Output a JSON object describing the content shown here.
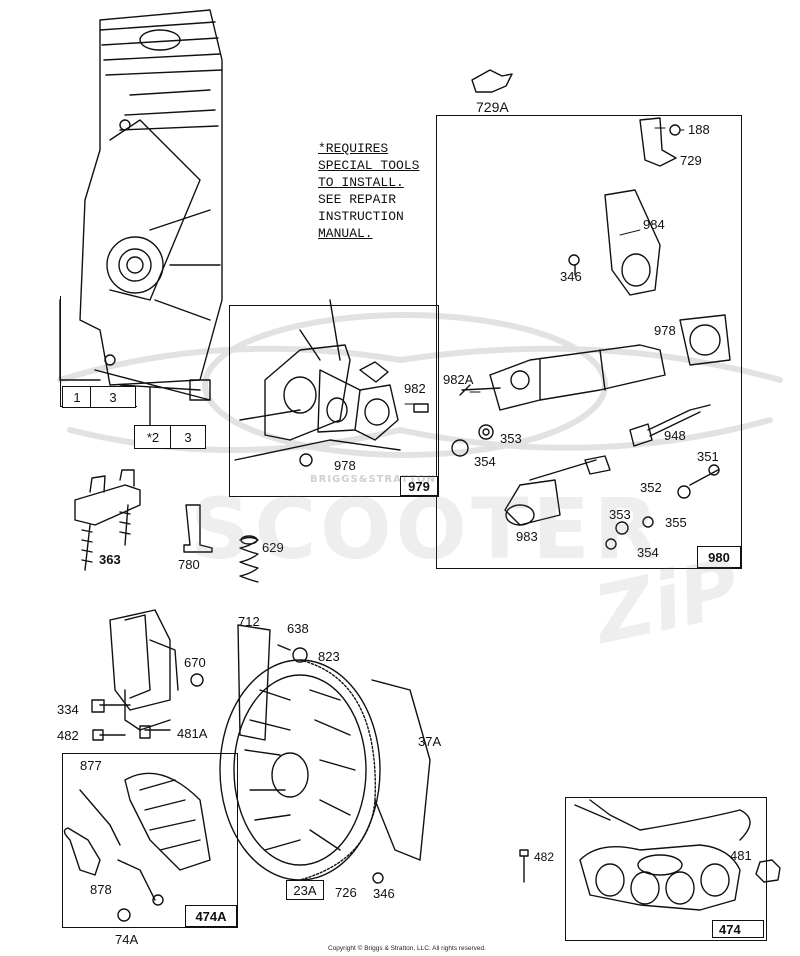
{
  "note": {
    "lines": [
      "*REQUIRES",
      "SPECIAL TOOLS",
      "TO INSTALL.",
      "SEE REPAIR",
      "INSTRUCTION",
      "MANUAL."
    ]
  },
  "labels": {
    "p729A": "729A",
    "p188": "188",
    "p729": "729",
    "p984": "984",
    "p346a": "346",
    "p978a": "978",
    "p982": "982",
    "p978b": "978",
    "p982A": "982A",
    "p353a": "353",
    "p354a": "354",
    "p948": "948",
    "p351": "351",
    "p352": "352",
    "p353b": "353",
    "p355": "355",
    "p354b": "354",
    "p983": "983",
    "p363": "363",
    "p780": "780",
    "p629": "629",
    "p712": "712",
    "p638": "638",
    "p823": "823",
    "p670": "670",
    "p334": "334",
    "p482a": "482",
    "p481A": "481A",
    "p877": "877",
    "p37A": "37A",
    "p878": "878",
    "p726": "726",
    "p346b": "346",
    "p74A": "74A",
    "p482b": "482",
    "p481": "481"
  },
  "boxes": {
    "b1": "1",
    "b3a": "3",
    "b2": "*2",
    "b3b": "3",
    "b979": "979",
    "b980": "980",
    "b23A": "23A",
    "b474A": "474A",
    "b474": "474"
  },
  "watermark": {
    "stamp": "BRIGGS&STRATTON",
    "brand": "SCOOTER",
    "sub": "ZiP"
  },
  "copyright": "Copyright © Briggs & Stratton, LLC. All rights reserved."
}
